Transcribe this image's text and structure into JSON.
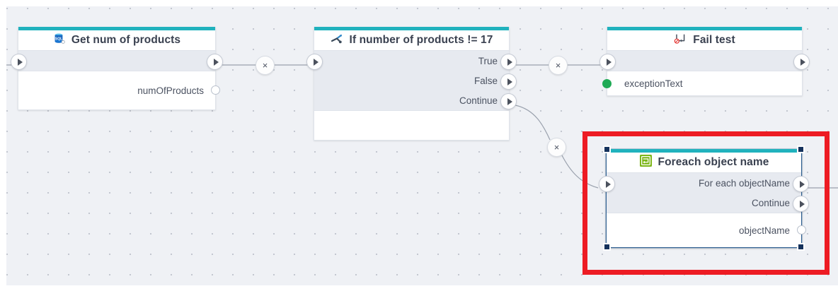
{
  "canvas": {
    "background_color": "#eff1f5",
    "grid": "dot-grid",
    "accent_color": "#20b2bd",
    "selection_color": "#15325c",
    "highlight_color": "#ed1c24"
  },
  "nodes": [
    {
      "id": "get-num-of-products",
      "title": "Get num of products",
      "icon": "sql-database-icon",
      "selected": false,
      "exec_inputs": [
        ""
      ],
      "exec_outputs": [
        ""
      ],
      "variables": [
        {
          "label": "numOfProducts",
          "port": "data-out",
          "filled": false
        }
      ]
    },
    {
      "id": "if-number-of-products",
      "title": "If number of products != 17",
      "icon": "branch-icon",
      "selected": false,
      "exec_inputs": [
        ""
      ],
      "exec_outputs": [
        "True",
        "False",
        "Continue"
      ],
      "variables": []
    },
    {
      "id": "fail-test",
      "title": "Fail test",
      "icon": "return-error-icon",
      "selected": false,
      "exec_inputs": [
        ""
      ],
      "exec_outputs": [
        ""
      ],
      "variables": [
        {
          "label": "exceptionText",
          "port": "data-in",
          "filled": true
        }
      ]
    },
    {
      "id": "foreach-object-name",
      "title": "Foreach object name",
      "icon": "loop-icon",
      "selected": true,
      "exec_inputs": [
        ""
      ],
      "exec_outputs": [
        "For each objectName",
        "Continue"
      ],
      "variables": [
        {
          "label": "objectName",
          "port": "data-out",
          "filled": false
        }
      ]
    }
  ],
  "edge_controls": [
    {
      "name": "delete-connection-1",
      "label": "×"
    },
    {
      "name": "delete-connection-2",
      "label": "×"
    },
    {
      "name": "delete-connection-3",
      "label": "×"
    }
  ]
}
